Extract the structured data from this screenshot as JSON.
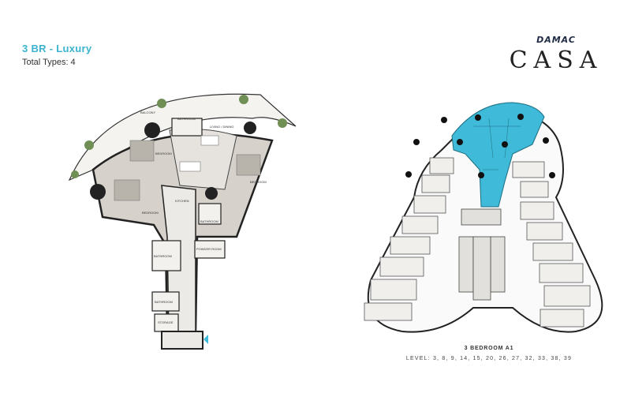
{
  "header": {
    "title": "3 BR - Luxury",
    "subtitle": "Total Types: 4"
  },
  "brand": {
    "top": "DAMAC",
    "main": "CASA"
  },
  "floorplan": {
    "rooms": {
      "balcony": "BALCONY",
      "living": "LIVING / DINING",
      "bedroom_left": "BEDROOM",
      "bedroom_right": "BEDROOM",
      "bedroom_lower": "BEDROOM",
      "bathroom_top": "BATHROOM",
      "kitchen": "KITCHEN",
      "bathroom_mid": "BATHROOM",
      "powder": "POWDER ROOM",
      "bathroom_low": "BATHROOM",
      "bathroom_small": "BATHROOM",
      "storage": "STORAGE"
    },
    "colors": {
      "wall": "#222222",
      "room_fill": "#d6d2cb",
      "corridor": "#eceae6",
      "balcony": "#f7f6f3",
      "highlight": "#3fbbd9"
    }
  },
  "keyplan": {
    "unit_label": "3 BEDROOM A1",
    "levels": "LEVEL: 3, 8, 9, 14, 15, 20, 26, 27, 32, 33, 38, 39"
  }
}
